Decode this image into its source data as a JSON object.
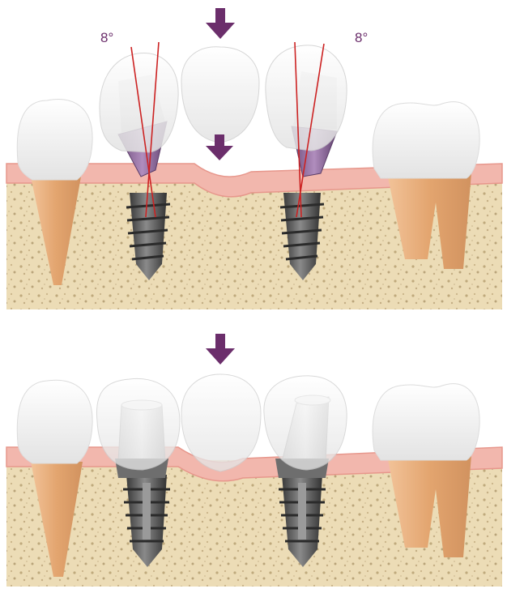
{
  "annotations": {
    "left_angle": "8°",
    "right_angle": "8°"
  },
  "colors": {
    "bone": "#ecdcb6",
    "bone_dots": "#b9a47a",
    "gum": "#f2b7ad",
    "gum_edge": "#e7978c",
    "enamel": "#f4f4f4",
    "root": "#e6ad7c",
    "implant": "#5a5a5a",
    "angled_abutment": "#9a78a6",
    "straight_abutment": "#e2e2e2",
    "axis_lines": "#cc2222",
    "arrow": "#6b2e6b",
    "label": "#6b2e6b"
  },
  "panels": [
    {
      "name": "before-placement",
      "abutment_type": "angled"
    },
    {
      "name": "after-placement",
      "abutment_type": "straight"
    }
  ]
}
